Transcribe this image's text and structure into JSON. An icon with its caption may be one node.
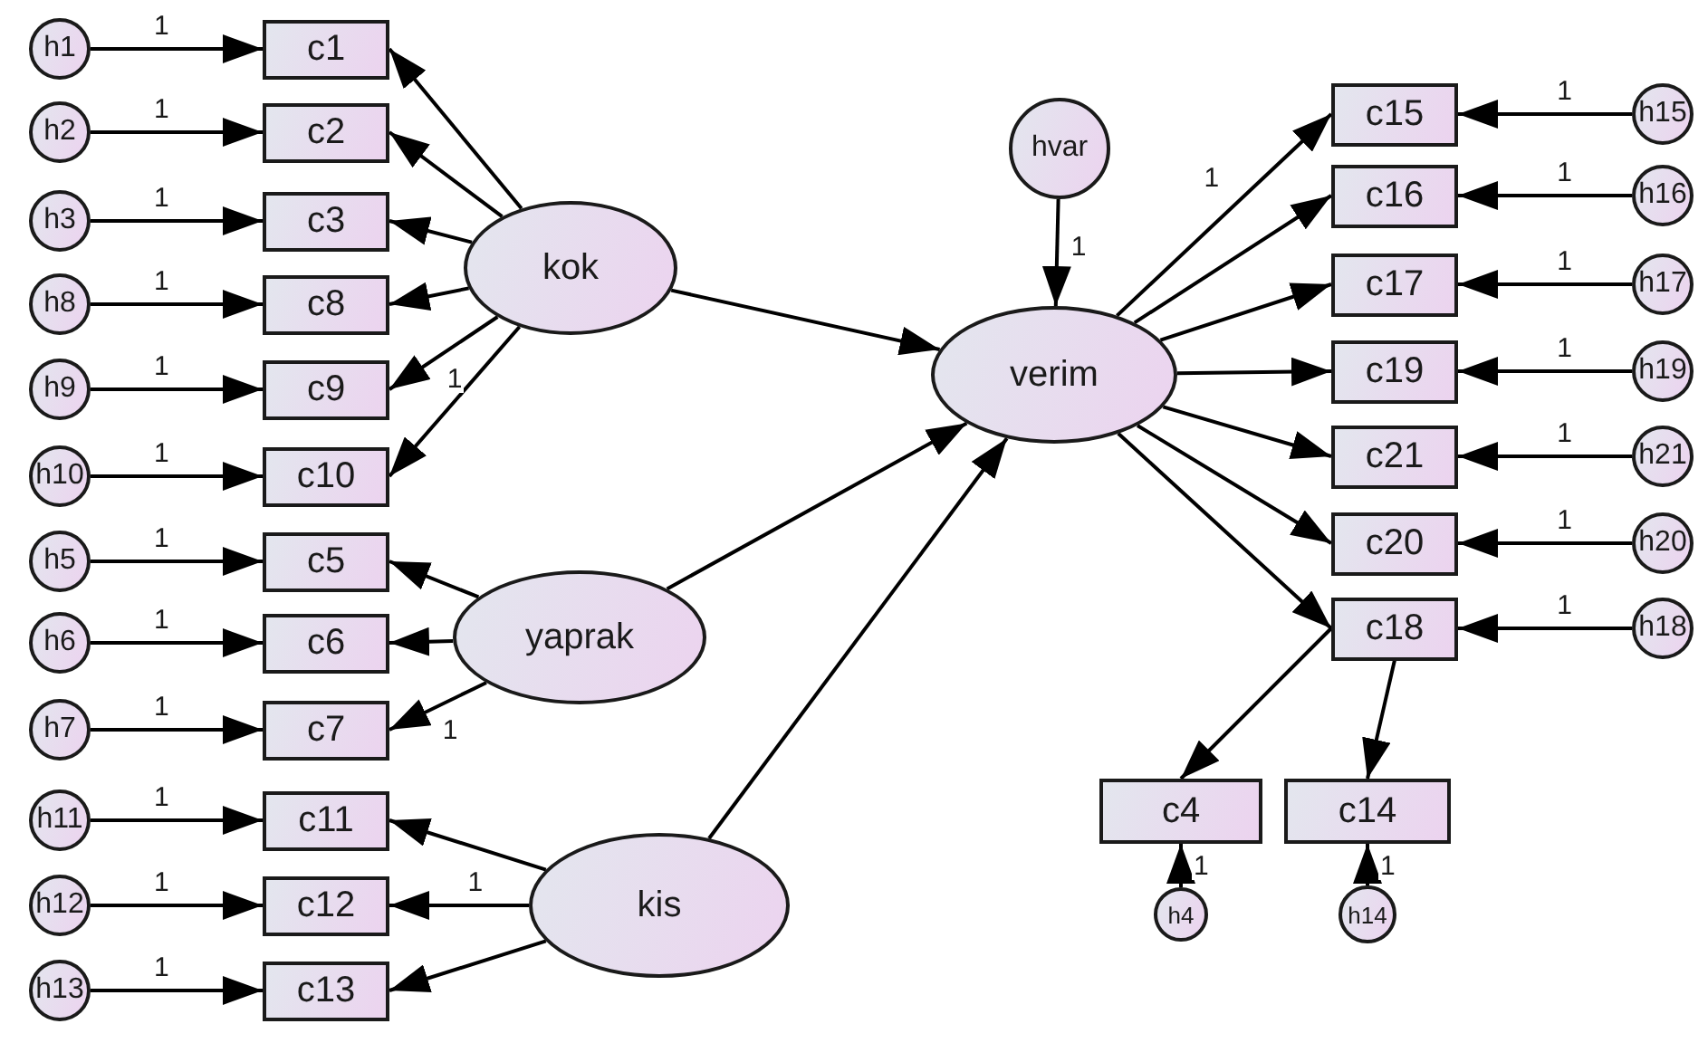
{
  "diagram": {
    "nodes": [
      {
        "text": [
          "h1"
        ]
      },
      {
        "text": [
          "c1"
        ]
      },
      {
        "text": [
          "h2"
        ]
      },
      {
        "text": [
          "c2"
        ]
      },
      {
        "text": [
          "h3"
        ]
      },
      {
        "text": [
          "c3"
        ]
      },
      {
        "text": [
          "h8"
        ]
      },
      {
        "text": [
          "c8"
        ]
      },
      {
        "text": [
          "h9"
        ]
      },
      {
        "text": [
          "c9"
        ]
      },
      {
        "text": [
          "h10"
        ]
      },
      {
        "text": [
          "c10"
        ]
      },
      {
        "text": [
          "h5"
        ]
      },
      {
        "text": [
          "c5"
        ]
      },
      {
        "text": [
          "h6"
        ]
      },
      {
        "text": [
          "c6"
        ]
      },
      {
        "text": [
          "h7"
        ]
      },
      {
        "text": [
          "c7"
        ]
      },
      {
        "text": [
          "h11"
        ]
      },
      {
        "text": [
          "c11"
        ]
      },
      {
        "text": [
          "h12"
        ]
      },
      {
        "text": [
          "c12"
        ]
      },
      {
        "text": [
          "h13"
        ]
      },
      {
        "text": [
          "c13"
        ]
      },
      {
        "text": [
          "kok"
        ]
      },
      {
        "text": [
          "yaprak"
        ]
      },
      {
        "text": [
          "kis"
        ]
      },
      {
        "text": [
          "hvar"
        ]
      },
      {
        "text": [
          "verim"
        ]
      },
      {
        "text": [
          "c15"
        ]
      },
      {
        "text": [
          "h15"
        ]
      },
      {
        "text": [
          "c16"
        ]
      },
      {
        "text": [
          "h16"
        ]
      },
      {
        "text": [
          "c17"
        ]
      },
      {
        "text": [
          "h17"
        ]
      },
      {
        "text": [
          "c19"
        ]
      },
      {
        "text": [
          "h19"
        ]
      },
      {
        "text": [
          "c21"
        ]
      },
      {
        "text": [
          "h21"
        ]
      },
      {
        "text": [
          "c20"
        ]
      },
      {
        "text": [
          "h20"
        ]
      },
      {
        "text": [
          "c18"
        ]
      },
      {
        "text": [
          "h18"
        ]
      },
      {
        "text": [
          "c4"
        ]
      },
      {
        "text": [
          "c14"
        ]
      },
      {
        "text": [
          "h4"
        ]
      },
      {
        "text": [
          "h14"
        ]
      }
    ],
    "edges": [
      {
        "from": 0,
        "to": 1,
        "arrow": "to",
        "label": "1"
      },
      {
        "from": 2,
        "to": 3,
        "arrow": "to",
        "label": "1"
      },
      {
        "from": 4,
        "to": 5,
        "arrow": "to",
        "label": "1"
      },
      {
        "from": 6,
        "to": 7,
        "arrow": "to",
        "label": "1"
      },
      {
        "from": 8,
        "to": 9,
        "arrow": "to",
        "label": "1"
      },
      {
        "from": 10,
        "to": 11,
        "arrow": "to",
        "label": "1"
      },
      {
        "from": 12,
        "to": 13,
        "arrow": "to",
        "label": "1"
      },
      {
        "from": 14,
        "to": 15,
        "arrow": "to",
        "label": "1"
      },
      {
        "from": 16,
        "to": 17,
        "arrow": "to",
        "label": "1"
      },
      {
        "from": 18,
        "to": 19,
        "arrow": "to",
        "label": "1"
      },
      {
        "from": 20,
        "to": 21,
        "arrow": "to",
        "label": "1"
      },
      {
        "from": 22,
        "to": 23,
        "arrow": "to",
        "label": "1"
      },
      {
        "from": 24,
        "to": 1,
        "arrow": "to"
      },
      {
        "from": 24,
        "to": 3,
        "arrow": "to"
      },
      {
        "from": 24,
        "to": 5,
        "arrow": "to"
      },
      {
        "from": 24,
        "to": 7,
        "arrow": "to"
      },
      {
        "from": 24,
        "to": 9,
        "arrow": "to",
        "label": "1"
      },
      {
        "from": 24,
        "to": 11,
        "arrow": "to"
      },
      {
        "from": 25,
        "to": 13,
        "arrow": "to"
      },
      {
        "from": 25,
        "to": 15,
        "arrow": "to"
      },
      {
        "from": 25,
        "to": 17,
        "arrow": "to",
        "label": "1"
      },
      {
        "from": 26,
        "to": 19,
        "arrow": "to"
      },
      {
        "from": 26,
        "to": 21,
        "arrow": "to",
        "label": "1"
      },
      {
        "from": 26,
        "to": 23,
        "arrow": "to"
      },
      {
        "from": 24,
        "to": 28,
        "arrow": "to"
      },
      {
        "from": 25,
        "to": 28,
        "arrow": "to"
      },
      {
        "from": 26,
        "to": 28,
        "arrow": "to"
      },
      {
        "from": 27,
        "to": 28,
        "arrow": "to",
        "label": "1"
      },
      {
        "from": 28,
        "to": 29,
        "arrow": "to",
        "label": "1"
      },
      {
        "from": 28,
        "to": 31,
        "arrow": "to"
      },
      {
        "from": 28,
        "to": 33,
        "arrow": "to"
      },
      {
        "from": 28,
        "to": 35,
        "arrow": "to"
      },
      {
        "from": 28,
        "to": 37,
        "arrow": "to"
      },
      {
        "from": 28,
        "to": 39,
        "arrow": "to"
      },
      {
        "from": 28,
        "to": 41,
        "arrow": "to"
      },
      {
        "from": 30,
        "to": 29,
        "arrow": "to",
        "label": "1"
      },
      {
        "from": 32,
        "to": 31,
        "arrow": "to",
        "label": "1"
      },
      {
        "from": 34,
        "to": 33,
        "arrow": "to",
        "label": "1"
      },
      {
        "from": 36,
        "to": 35,
        "arrow": "to",
        "label": "1"
      },
      {
        "from": 38,
        "to": 37,
        "arrow": "to",
        "label": "1"
      },
      {
        "from": 40,
        "to": 39,
        "arrow": "to",
        "label": "1"
      },
      {
        "from": 42,
        "to": 41,
        "arrow": "to",
        "label": "1"
      },
      {
        "from": 41,
        "to": 43,
        "arrow": "to"
      },
      {
        "from": 41,
        "to": 44,
        "arrow": "to"
      },
      {
        "from": 45,
        "to": 43,
        "arrow": "to",
        "label": "1"
      },
      {
        "from": 46,
        "to": 44,
        "arrow": "to",
        "label": "1"
      }
    ]
  }
}
